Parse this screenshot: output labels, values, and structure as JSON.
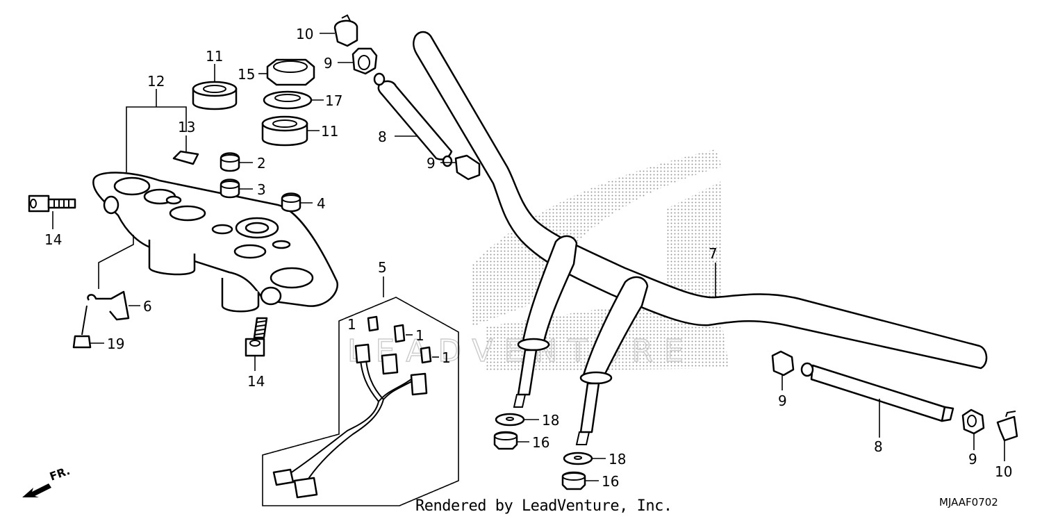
{
  "diagram": {
    "credit": "Rendered by LeadVenture, Inc.",
    "code": "MJAAF0702",
    "direction_label": "FR.",
    "watermark_text": "LEADVENTURE",
    "callouts": [
      {
        "id": "c1a",
        "label": "1"
      },
      {
        "id": "c1b",
        "label": "1"
      },
      {
        "id": "c1c",
        "label": "1"
      },
      {
        "id": "c2",
        "label": "2"
      },
      {
        "id": "c3",
        "label": "3"
      },
      {
        "id": "c4",
        "label": "4"
      },
      {
        "id": "c5",
        "label": "5"
      },
      {
        "id": "c6",
        "label": "6"
      },
      {
        "id": "c7",
        "label": "7"
      },
      {
        "id": "c8a",
        "label": "8"
      },
      {
        "id": "c8b",
        "label": "8"
      },
      {
        "id": "c9a",
        "label": "9"
      },
      {
        "id": "c9b",
        "label": "9"
      },
      {
        "id": "c9c",
        "label": "9"
      },
      {
        "id": "c9d",
        "label": "9"
      },
      {
        "id": "c10a",
        "label": "10"
      },
      {
        "id": "c10b",
        "label": "10"
      },
      {
        "id": "c11a",
        "label": "11"
      },
      {
        "id": "c11b",
        "label": "11"
      },
      {
        "id": "c12",
        "label": "12"
      },
      {
        "id": "c13",
        "label": "13"
      },
      {
        "id": "c14a",
        "label": "14"
      },
      {
        "id": "c14b",
        "label": "14"
      },
      {
        "id": "c15",
        "label": "15"
      },
      {
        "id": "c16a",
        "label": "16"
      },
      {
        "id": "c16b",
        "label": "16"
      },
      {
        "id": "c17",
        "label": "17"
      },
      {
        "id": "c18a",
        "label": "18"
      },
      {
        "id": "c18b",
        "label": "18"
      },
      {
        "id": "c19",
        "label": "19"
      }
    ]
  }
}
